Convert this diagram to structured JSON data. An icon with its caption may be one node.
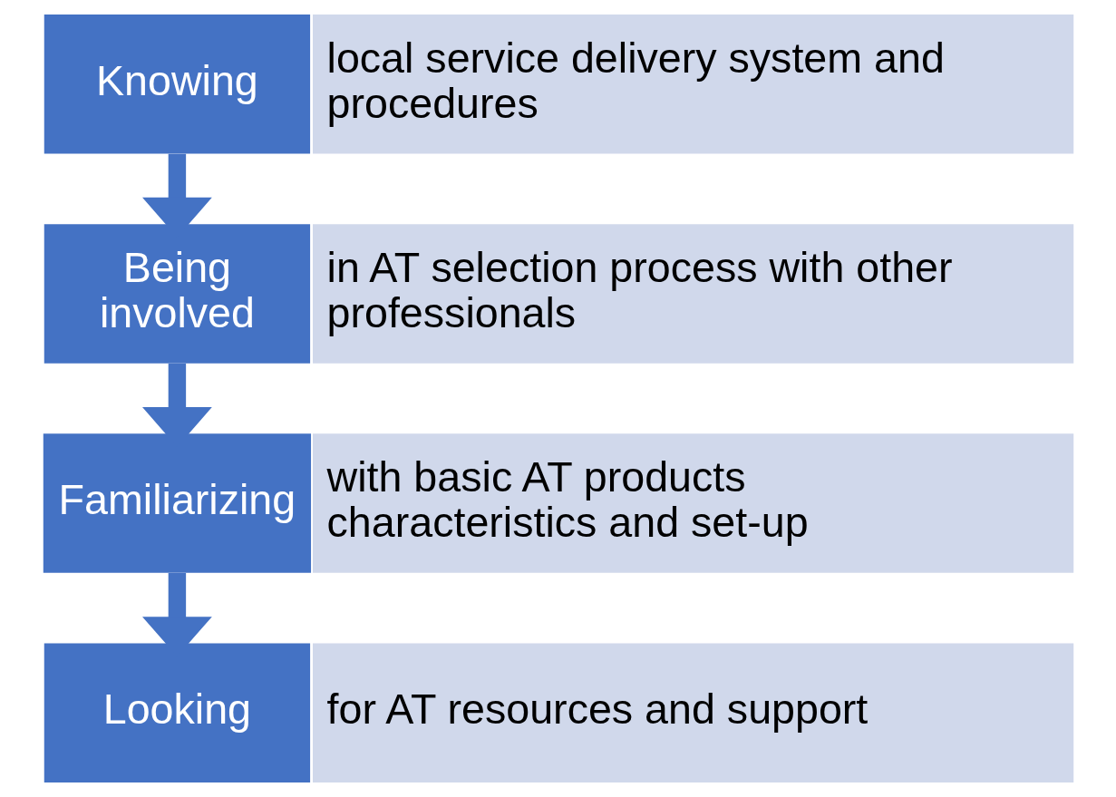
{
  "diagram": {
    "nodes": [
      {
        "text": [
          "Knowing"
        ]
      },
      {
        "text": [
          "local service delivery system and procedures"
        ]
      },
      {
        "text": [
          "Being involved"
        ]
      },
      {
        "text": [
          "in AT selection process with other professionals"
        ]
      },
      {
        "text": [
          "Familiarizing"
        ]
      },
      {
        "text": [
          "with basic AT products characteristics and set-up"
        ]
      },
      {
        "text": [
          "Looking"
        ]
      },
      {
        "text": [
          "for AT resources and support"
        ]
      }
    ],
    "edges": [
      {
        "from": 0,
        "to": 2,
        "arrow": "to"
      },
      {
        "from": 2,
        "to": 4,
        "arrow": "to"
      },
      {
        "from": 4,
        "to": 6,
        "arrow": "to"
      }
    ]
  }
}
